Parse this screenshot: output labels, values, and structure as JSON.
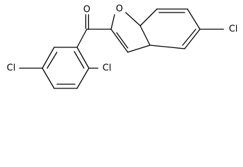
{
  "structure": {
    "atoms": {
      "carbonyl_oxygen": "O",
      "furan_oxygen": "O",
      "benzofuran_chlorine": "Cl",
      "phenyl_chlorine_2": "Cl",
      "phenyl_chlorine_5": "Cl"
    }
  }
}
